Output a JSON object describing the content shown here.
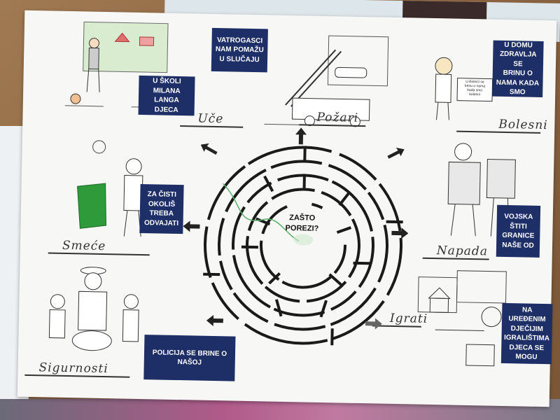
{
  "boxes": {
    "skola": "U ŠKOLI\nMILANA LANGA\nDJECA",
    "vatrogasci": "VATROGASCI\nNAM POMAŽU\nU SLUČAJU",
    "zdravlje": "U DOMU\nZDRAVLJA SE\nBRINU O\nNAMA KADA\nSMO",
    "okolis": "ZA ČISTI\nOKOLIŠ\nTREBA\nODVAJATI",
    "vojska": "VOJSKA\nŠTITI\nGRANICE\nNAŠE OD",
    "policija": "POLICIJA SE BRINE O\nNAŠOJ",
    "igralista": "NA\nUREĐENIM\nDJEČIJIM\nIGRALIŠTIMA\nDJECA SE\nMOGU"
  },
  "answers": {
    "uce": "Uče",
    "pozari": "Požari",
    "bolesni": "Bolesni",
    "smece": "Smeće",
    "napada": "Napada",
    "sigurnosti": "Sigurnosti",
    "igrati": "Igrati"
  },
  "maze": {
    "center_text": "ZAŠTO\nPOREZI?"
  },
  "sign_text": "U Bolnici se\nbrinu o nama\nkada smo\nbolesni",
  "colors": {
    "box": "#1d2f66",
    "bin": "#2e9a3a",
    "maze_path": "#1a1a1a"
  }
}
